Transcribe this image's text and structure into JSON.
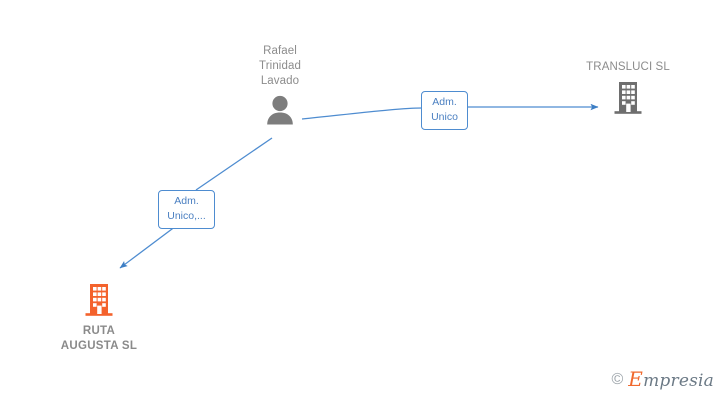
{
  "graph": {
    "title": "Empresia relationship graph",
    "background": "#ffffff",
    "nodes": [
      {
        "id": "person-rafael",
        "type": "person",
        "icon": "person-icon",
        "label": "Rafael\nTrinidad\nLavado",
        "color": "#7d7d7d",
        "label_color": "#8c8c8c",
        "label_position": "above",
        "bold": false
      },
      {
        "id": "company-transluci",
        "type": "company",
        "icon": "building-icon",
        "label": "TRANSLUCI  SL",
        "color": "#6e6e6e",
        "label_color": "#8c8c8c",
        "label_position": "above",
        "bold": false
      },
      {
        "id": "company-ruta",
        "type": "company",
        "icon": "building-icon",
        "label": "RUTA\nAUGUSTA  SL",
        "color": "#f4622c",
        "label_color": "#8a8a8a",
        "label_position": "below",
        "bold": true
      }
    ],
    "edges": [
      {
        "id": "edge-rafael-transluci",
        "from": "person-rafael",
        "to": "company-transluci",
        "label": "Adm.\nUnico",
        "color": "#4e8cd0",
        "direction": "to-company"
      },
      {
        "id": "edge-rafael-ruta",
        "from": "person-rafael",
        "to": "company-ruta",
        "label": "Adm.\nUnico,...",
        "color": "#4e8cd0",
        "direction": "to-company"
      }
    ]
  },
  "watermark": {
    "copyright": "©",
    "brand_initial": "E",
    "brand_rest": "mpresia",
    "accent_color": "#f0692e"
  }
}
